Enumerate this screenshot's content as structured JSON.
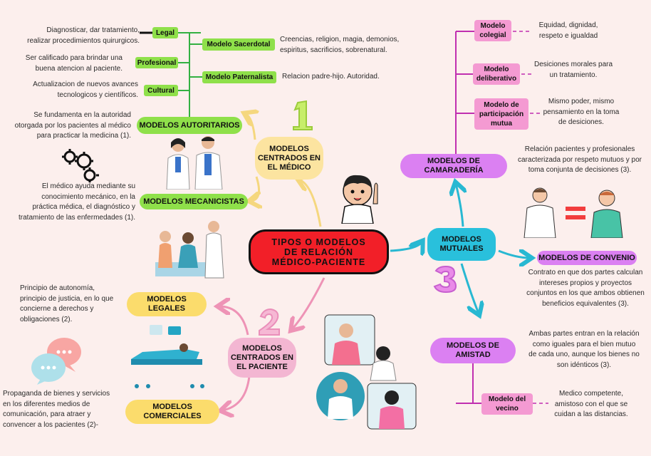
{
  "center": {
    "title": "TIPOS O MODELOS\nDE RELACIÓN\nMÉDICO-PACIENTE"
  },
  "numbers": {
    "one": "1",
    "two": "2",
    "three": "3"
  },
  "group1": {
    "title": "MODELOS\nCENTRADOS EN\nEL MÉDICO",
    "autoritarios": {
      "label": "MODELOS AUTORITARIOS",
      "desc": "Se fundamenta en la autoridad\notorgada por los pacientes al médico\npara practicar la medicina (1).",
      "legal": {
        "label": "Legal",
        "desc": "Diagnosticar, dar tratamiento,\nrealizar procedimientos quirurgicos."
      },
      "profesional": {
        "label": "Profesional",
        "desc": "Ser calificado para brindar una\nbuena atencion al paciente."
      },
      "cultural": {
        "label": "Cultural",
        "desc": "Actualizacion de nuevos avances\ntecnologicos y científicos."
      },
      "sacerdotal": {
        "label": "Modelo Sacerdotal",
        "desc": "Creencias, religion, magia, demonios,\nespiritus, sacrificios, sobrenatural."
      },
      "paternalista": {
        "label": "Modelo Paternalista",
        "desc": "Relacion padre-hijo. Autoridad."
      }
    },
    "mecanicistas": {
      "label": "MODELOS MECANICISTAS",
      "desc": "El médico ayuda mediante su\nconocimiento mecánico, en la\npráctica médica, el diagnóstico y\ntratamiento de las enfermedades (1)."
    }
  },
  "group2": {
    "title": "MODELOS\nCENTRADOS EN\nEL PACIENTE",
    "legales": {
      "label": "MODELOS\nLEGALES",
      "desc": "Principio de autonomía,\nprincipio de justicia, en lo que\nconcierne a derechos y\nobligaciones (2)."
    },
    "comerciales": {
      "label": "MODELOS\nCOMERCIALES",
      "desc": "Propaganda de bienes y servicios\nen los diferentes medios de\ncomunicación, para atraer y\nconvencer a los pacientes (2)-"
    }
  },
  "group3": {
    "title": "MODELOS\nMUTUALES",
    "camaraderia": {
      "label": "MODELOS DE\nCAMARADERÍA",
      "desc": "Relación pacientes y profesionales\ncaracterizada por respeto mutuos y por\ntoma conjunta de decisiones (3).",
      "colegial": {
        "label": "Modelo\ncolegial",
        "desc": "Equidad, dignidad,\nrespeto e igualdad"
      },
      "deliberativo": {
        "label": "Modelo\ndeliberativo",
        "desc": "Desiciones morales para\nun tratamiento."
      },
      "participacion": {
        "label": "Modelo de\nparticipación\nmutua",
        "desc": "Mismo poder, mismo\npensamiento en la toma\nde desiciones."
      }
    },
    "convenio": {
      "label": "MODELOS DE CONVENIO",
      "desc": "Contrato en que dos partes calculan\nintereses propios y proyectos\nconjuntos en los que ambos obtienen\nbeneficios equivalentes (3)."
    },
    "amistad": {
      "label": "MODELOS DE\nAMISTAD",
      "desc": "Ambas partes entran en la relación\ncomo iguales para el bien mutuo\nde cada uno, aunque los bienes no\nson idénticos (3).",
      "vecino": {
        "label": "Modelo del\nvecino",
        "desc": "Medico competente,\namistoso con el que se\ncuidan a las distancias."
      }
    }
  },
  "colors": {
    "background": "#fcefed",
    "green": "#8fe04a",
    "yellow": "#fbdc6c",
    "pink": "#f3b6d2",
    "violet": "#db80f2",
    "cyan": "#29c0dc",
    "red": "#f21f28"
  }
}
